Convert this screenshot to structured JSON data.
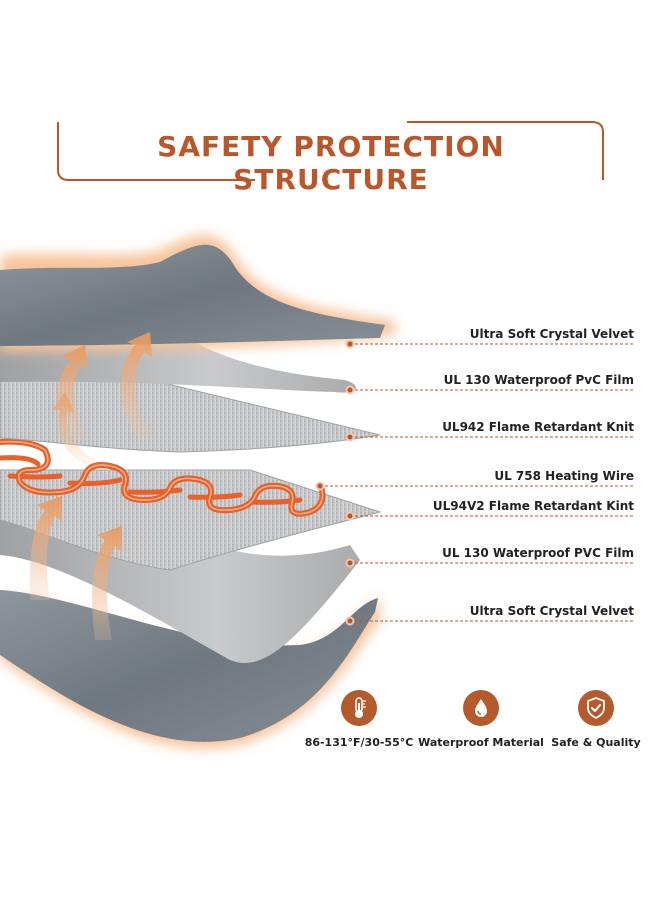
{
  "title": "SAFETY PROTECTION STRUCTURE",
  "layers": [
    {
      "label": "Ultra Soft Crystal Velvet"
    },
    {
      "label": "UL 130 Waterproof PvC Film"
    },
    {
      "label": "UL942 Flame Retardant Knit"
    },
    {
      "label": "UL 758 Heating Wire"
    },
    {
      "label": "UL94V2 Flame Retardant Kint"
    },
    {
      "label": "UL 130 Waterproof PVC Film"
    },
    {
      "label": "Ultra Soft Crystal Velvet"
    }
  ],
  "features": [
    {
      "icon": "thermometer-icon",
      "label": "86-131°F/30-55°C"
    },
    {
      "icon": "water-drop-icon",
      "label": "Waterproof Material"
    },
    {
      "icon": "shield-check-icon",
      "label": "Safe & Quality"
    }
  ],
  "colors": {
    "accent": "#b9562a",
    "heating_wire": "#e8602a",
    "velvet": "#7b848c",
    "glow": "#f6b98a"
  }
}
